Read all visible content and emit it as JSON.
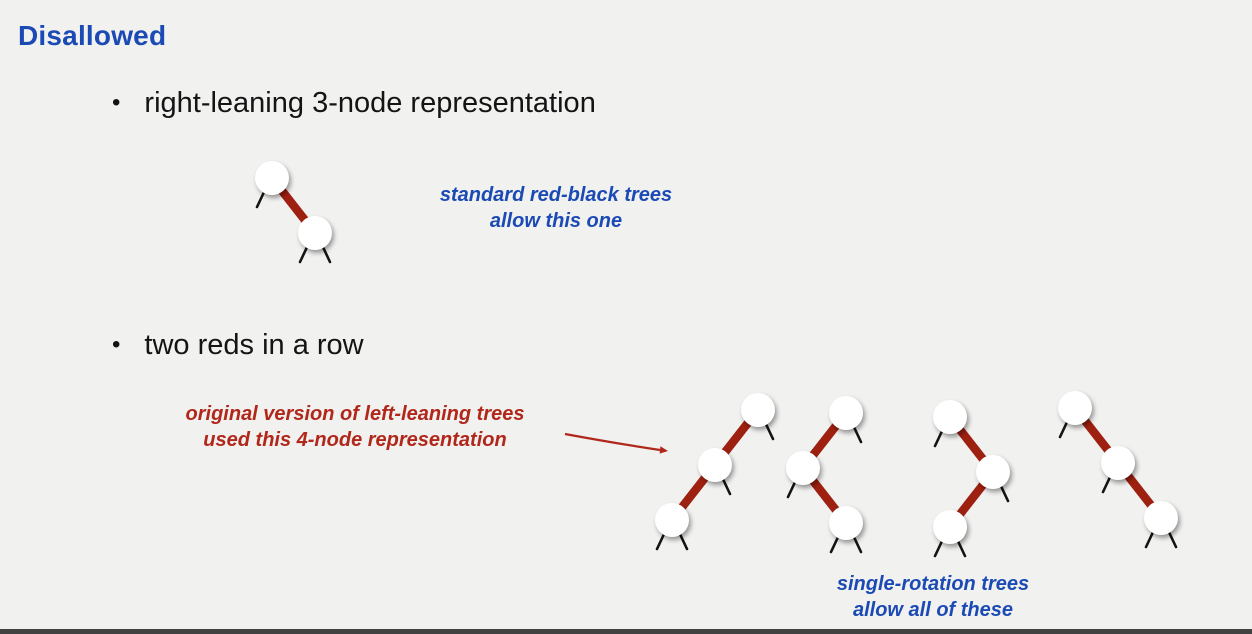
{
  "slide": {
    "title": "Disallowed",
    "bullet_glyph": "•",
    "bullets": [
      "right-leaning 3-node representation",
      "two reds in a row"
    ]
  },
  "annotations": {
    "standard": {
      "line1": "standard red-black trees",
      "line2": "allow this one"
    },
    "original": {
      "line1": "original version of left-leaning trees",
      "line2": "used this 4-node representation"
    },
    "single_rotation": {
      "line1": "single-rotation trees",
      "line2": "allow all of these"
    }
  },
  "diagrams": {
    "three_node": {
      "label": "right-leaning 3-node",
      "links": [
        "R"
      ]
    },
    "four_node_examples": [
      {
        "links": [
          "L",
          "L"
        ]
      },
      {
        "links": [
          "L",
          "R"
        ]
      },
      {
        "links": [
          "R",
          "L"
        ]
      },
      {
        "links": [
          "R",
          "R"
        ]
      }
    ]
  },
  "colors": {
    "background": "#f1f1f0",
    "title_blue": "#1b4ab5",
    "annotation_blue": "#1b4ab5",
    "annotation_red": "#b1271a",
    "red_link": "#9e2010",
    "node_fill": "#ffffff"
  }
}
